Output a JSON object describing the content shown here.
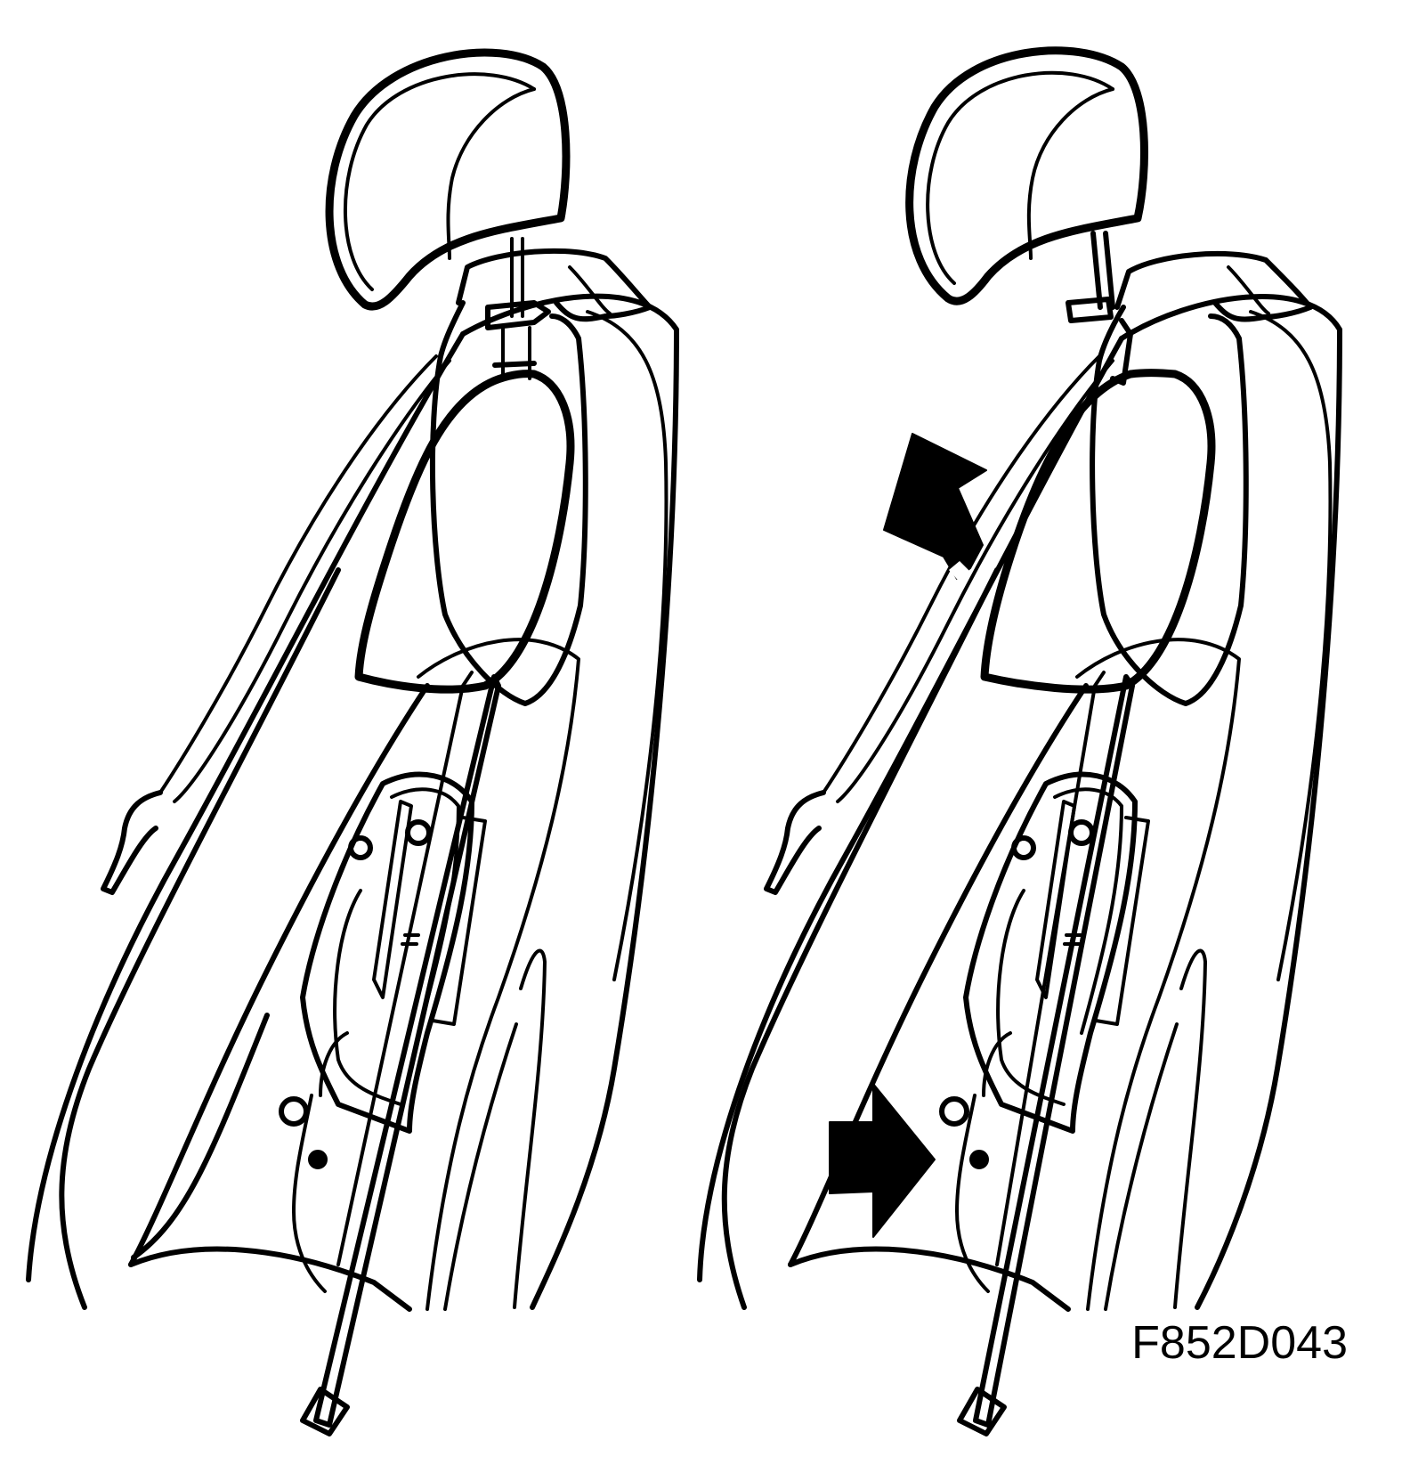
{
  "figure": {
    "code": "F852D043",
    "panels": [
      {
        "id": "before",
        "arrows": []
      },
      {
        "id": "after",
        "arrows": [
          "upper-left-arrow",
          "lower-right-arrow"
        ]
      }
    ]
  }
}
